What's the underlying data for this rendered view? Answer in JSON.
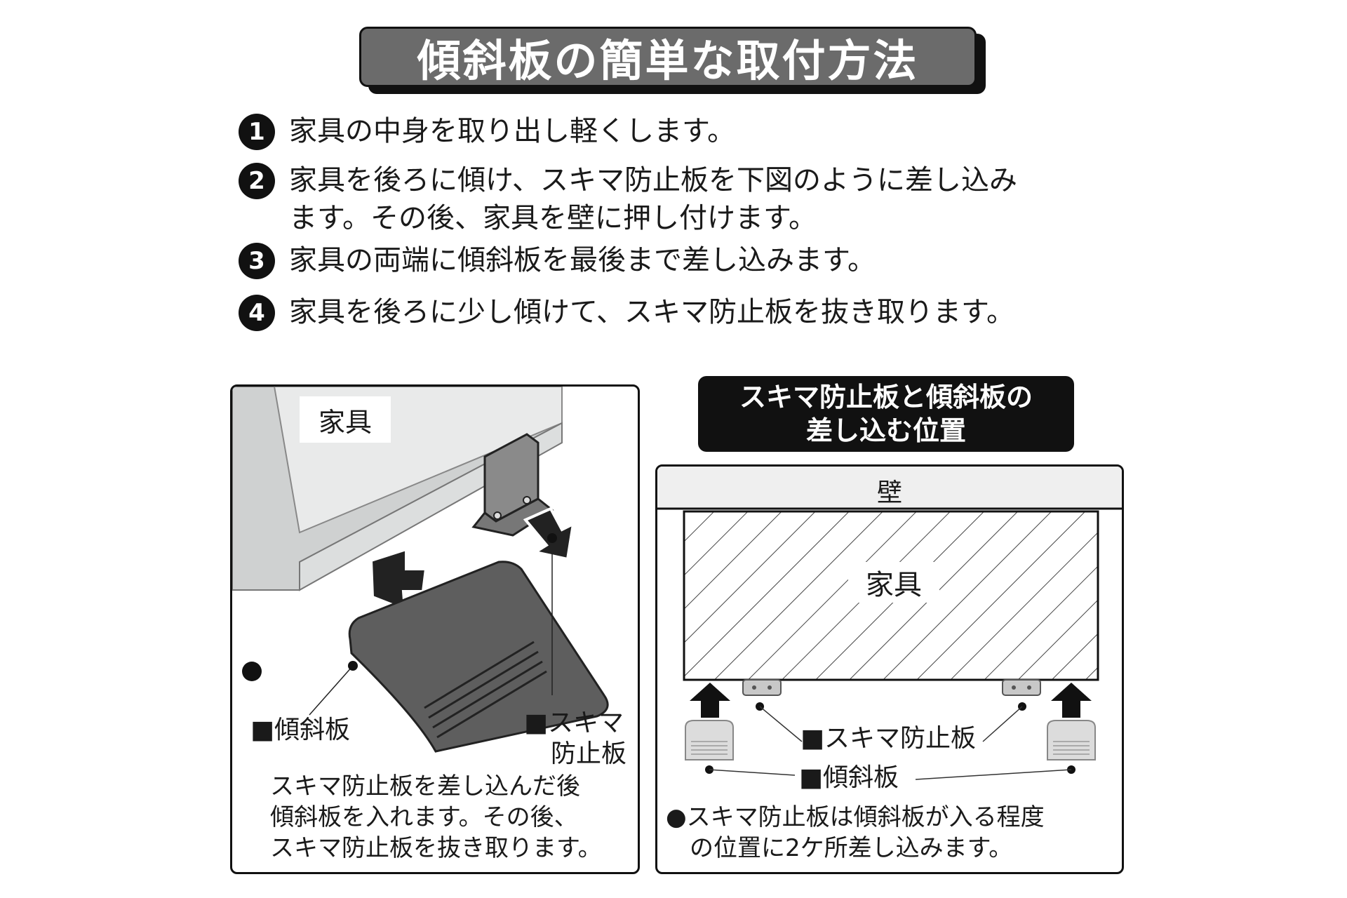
{
  "title": "傾斜板の簡単な取付方法",
  "steps": [
    {
      "num": "1",
      "lines": [
        "家具の中身を取り出し軽くします。"
      ]
    },
    {
      "num": "2",
      "lines": [
        "家具を後ろに傾け、スキマ防止板を下図のように差し込み",
        "ます。その後、家具を壁に押し付けます。"
      ]
    },
    {
      "num": "3",
      "lines": [
        "家具の両端に傾斜板を最後まで差し込みます。"
      ]
    },
    {
      "num": "4",
      "lines": [
        "家具を後ろに少し傾けて、スキマ防止板を抜き取ります。"
      ]
    }
  ],
  "left_panel": {
    "furniture": "家具",
    "slope_label": "■傾斜板",
    "gap_label_1": "■スキマ",
    "gap_label_2": "防止板",
    "caption": [
      "スキマ防止板を差し込んだ後",
      "傾斜板を入れます。その後、",
      "スキマ防止板を抜き取ります。"
    ]
  },
  "right_panel": {
    "heading": [
      "スキマ防止板と傾斜板の",
      "差し込む位置"
    ],
    "wall": "壁",
    "furniture": "家具",
    "gap_label": "■スキマ防止板",
    "slope_label": "■傾斜板",
    "note": [
      "●スキマ防止板は傾斜板が入る程度",
      "　の位置に2ケ所差し込みます。"
    ]
  }
}
